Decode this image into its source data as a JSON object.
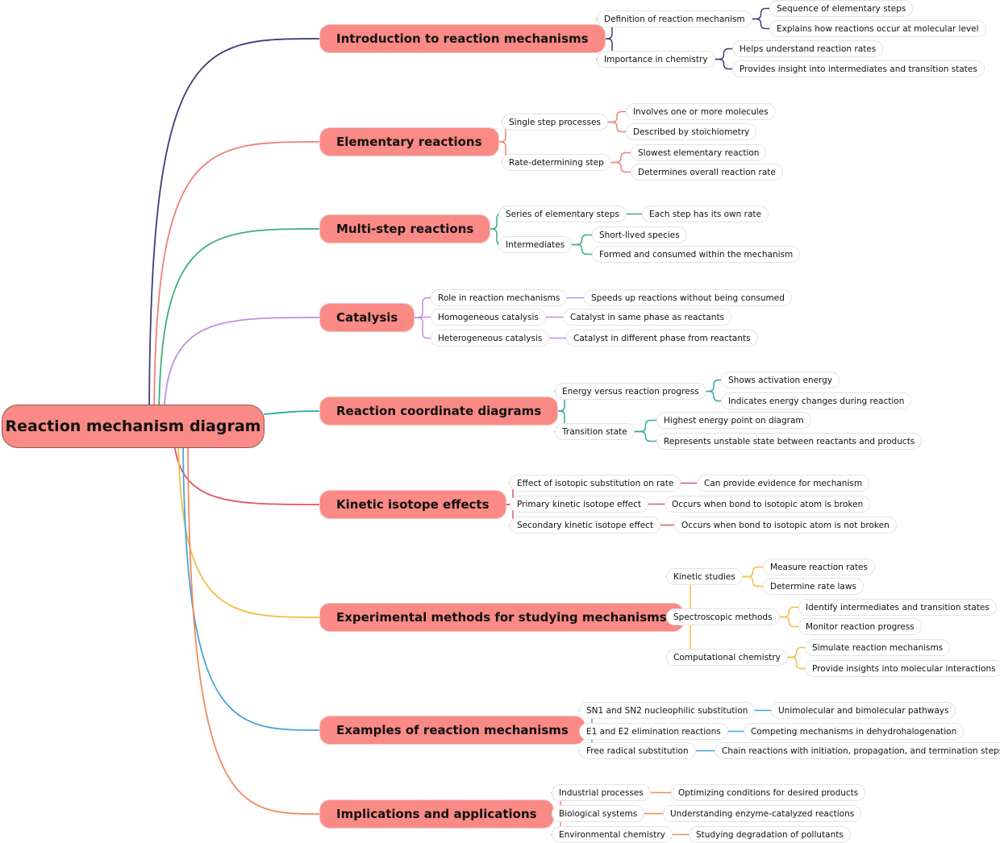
{
  "root": "Reaction mechanism diagram",
  "branches": [
    {
      "label": "Introduction to reaction mechanisms",
      "color": "#3d3d7c",
      "children": [
        {
          "label": "Definition of reaction mechanism",
          "children": [
            "Sequence of elementary steps",
            "Explains how reactions occur at molecular level"
          ]
        },
        {
          "label": "Importance in chemistry",
          "children": [
            "Helps understand reaction rates",
            "Provides insight into intermediates and transition states"
          ]
        }
      ]
    },
    {
      "label": "Elementary reactions",
      "color": "#f07f79",
      "children": [
        {
          "label": "Single step processes",
          "children": [
            "Involves one or more molecules",
            "Described by stoichiometry"
          ]
        },
        {
          "label": "Rate-determining step",
          "children": [
            "Slowest elementary reaction",
            "Determines overall reaction rate"
          ]
        }
      ]
    },
    {
      "label": "Multi-step reactions",
      "color": "#3aaf7a",
      "children": [
        {
          "label": "Series of elementary steps",
          "children": [
            "Each step has its own rate"
          ]
        },
        {
          "label": "Intermediates",
          "children": [
            "Short-lived species",
            "Formed and consumed within the mechanism"
          ]
        }
      ]
    },
    {
      "label": "Catalysis",
      "color": "#c08ee0",
      "children": [
        {
          "label": "Role in reaction mechanisms",
          "children": [
            "Speeds up reactions without being consumed"
          ]
        },
        {
          "label": "Homogeneous catalysis",
          "children": [
            "Catalyst in same phase as reactants"
          ]
        },
        {
          "label": "Heterogeneous catalysis",
          "children": [
            "Catalyst in different phase from reactants"
          ]
        }
      ]
    },
    {
      "label": "Reaction coordinate diagrams",
      "color": "#2fa8a8",
      "children": [
        {
          "label": "Energy versus reaction progress",
          "children": [
            "Shows activation energy",
            "Indicates energy changes during reaction"
          ]
        },
        {
          "label": "Transition state",
          "children": [
            "Highest energy point on diagram",
            "Represents unstable state between reactants and products"
          ]
        }
      ]
    },
    {
      "label": "Kinetic isotope effects",
      "color": "#e05560",
      "children": [
        {
          "label": "Effect of isotopic substitution on rate",
          "children": [
            "Can provide evidence for mechanism"
          ]
        },
        {
          "label": "Primary kinetic isotope effect",
          "children": [
            "Occurs when bond to isotopic atom is broken"
          ]
        },
        {
          "label": "Secondary kinetic isotope effect",
          "children": [
            "Occurs when bond to isotopic atom is not broken"
          ]
        }
      ]
    },
    {
      "label": "Experimental methods for studying mechanisms",
      "color": "#f0bd45",
      "children": [
        {
          "label": "Kinetic studies",
          "children": [
            "Measure reaction rates",
            "Determine rate laws"
          ]
        },
        {
          "label": "Spectroscopic methods",
          "children": [
            "Identify intermediates and transition states",
            "Monitor reaction progress"
          ]
        },
        {
          "label": "Computational chemistry",
          "children": [
            "Simulate reaction mechanisms",
            "Provide insights into molecular interactions"
          ]
        }
      ]
    },
    {
      "label": "Examples of reaction mechanisms",
      "color": "#45a5dc",
      "children": [
        {
          "label": "SN1 and SN2 nucleophilic substitution",
          "children": [
            "Unimolecular and bimolecular pathways"
          ]
        },
        {
          "label": "E1 and E2 elimination reactions",
          "children": [
            "Competing mechanisms in dehydrohalogenation"
          ]
        },
        {
          "label": "Free radical substitution",
          "children": [
            "Chain reactions with initiation, propagation, and termination steps"
          ]
        }
      ]
    },
    {
      "label": "Implications and applications",
      "color": "#f08c5c",
      "children": [
        {
          "label": "Industrial processes",
          "children": [
            "Optimizing conditions for desired products"
          ]
        },
        {
          "label": "Biological systems",
          "children": [
            "Understanding enzyme-catalyzed reactions"
          ]
        },
        {
          "label": "Environmental chemistry",
          "children": [
            "Studying degradation of pollutants"
          ]
        }
      ]
    }
  ]
}
